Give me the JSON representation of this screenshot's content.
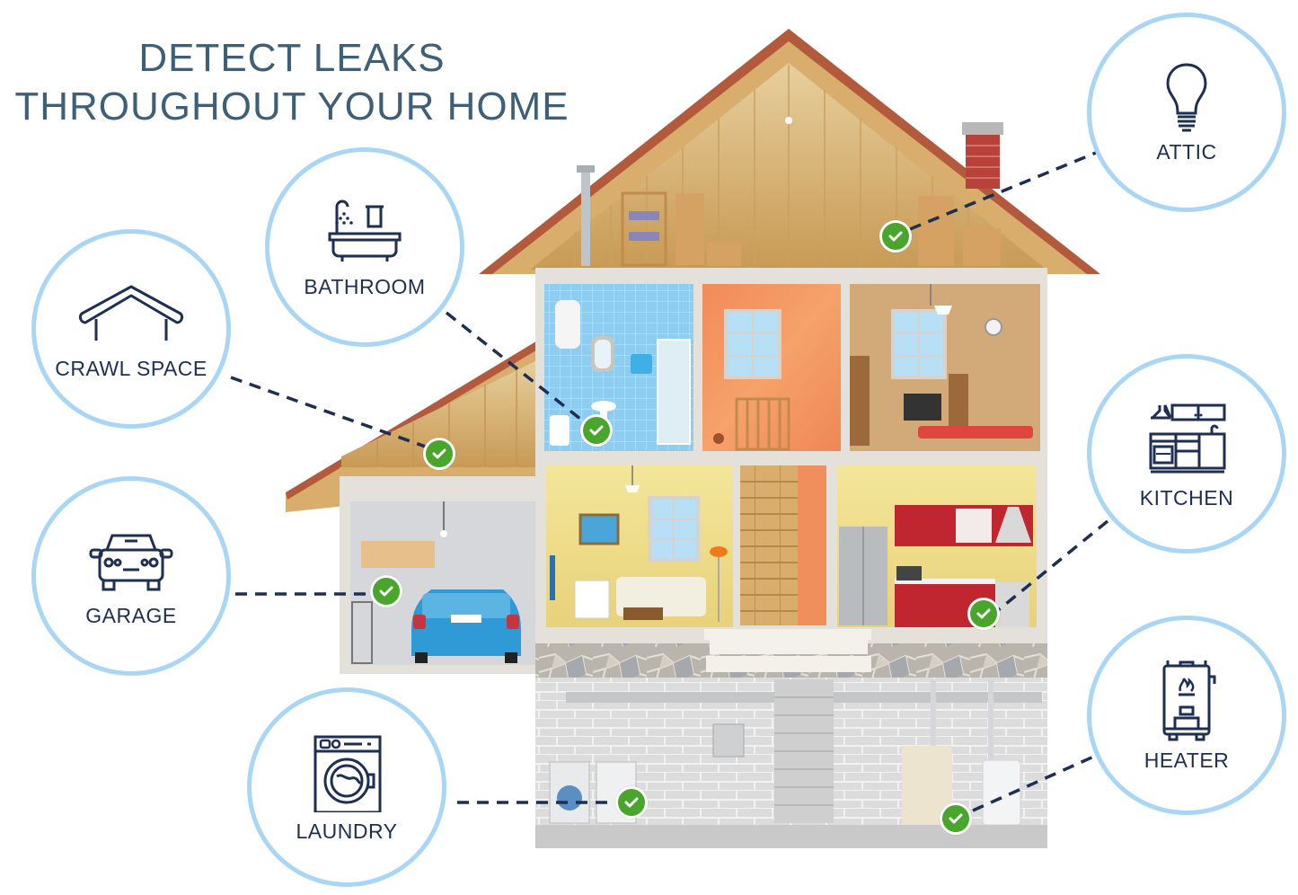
{
  "title": {
    "line1": "DETECT LEAKS",
    "line2": "THROUGHOUT YOUR HOME"
  },
  "colors": {
    "title": "#3d5f78",
    "label": "#1d2f52",
    "circle_border": "#a9d6f5",
    "check_green": "#4aa52c",
    "connector": "#1d2f52"
  },
  "locations": [
    {
      "id": "attic",
      "label": "ATTIC",
      "icon": "lightbulb-icon"
    },
    {
      "id": "bathroom",
      "label": "BATHROOM",
      "icon": "bathtub-icon"
    },
    {
      "id": "crawl_space",
      "label": "CRAWL SPACE",
      "icon": "roof-icon"
    },
    {
      "id": "garage",
      "label": "GARAGE",
      "icon": "car-icon"
    },
    {
      "id": "kitchen",
      "label": "KITCHEN",
      "icon": "kitchen-icon"
    },
    {
      "id": "laundry",
      "label": "LAUNDRY",
      "icon": "washing-machine-icon"
    },
    {
      "id": "heater",
      "label": "HEATER",
      "icon": "water-heater-icon"
    }
  ],
  "sensor_markers": [
    {
      "location": "attic",
      "icon": "checkmark-icon"
    },
    {
      "location": "bathroom",
      "icon": "checkmark-icon"
    },
    {
      "location": "crawl_space",
      "icon": "checkmark-icon"
    },
    {
      "location": "garage",
      "icon": "checkmark-icon"
    },
    {
      "location": "kitchen",
      "icon": "checkmark-icon"
    },
    {
      "location": "laundry",
      "icon": "checkmark-icon"
    },
    {
      "location": "heater",
      "icon": "checkmark-icon"
    }
  ]
}
